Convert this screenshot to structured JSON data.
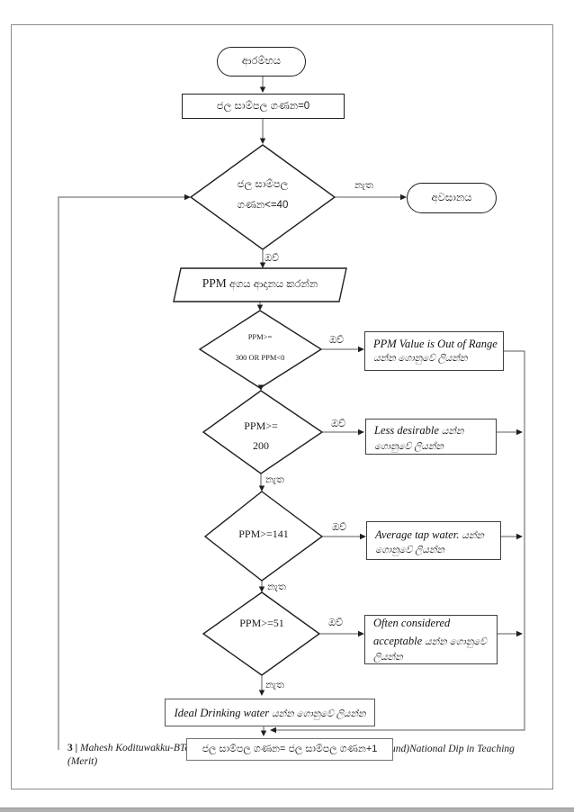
{
  "labels": {
    "yes": "ඔව්",
    "no": "නැත"
  },
  "nodes": {
    "start": "ආරම්භය",
    "init": "ජල සාම්පල ගණන=0",
    "cond_line1": "ජල සාම්පල",
    "cond_line2": "ගණන<=40",
    "end": "අවසානය",
    "input_en": "PPM",
    "input_si": " අගය ආදානය කරන්න",
    "d1_line1": "PPM>=",
    "d1_line2": "300 OR PPM<0",
    "d2_line1": "PPM>=",
    "d2_line2": "200",
    "d3": "PPM>=141",
    "d4": "PPM>=51",
    "out1_en": "PPM Value is Out of Range",
    "out1_si": "යන්න ගොනුවේ ලියන්න",
    "out2_l1_en": "Less desirable",
    "out2_l1_si": " යන්න",
    "out2_l2_si": "ගොනුවේ ලියන්න",
    "out3_l1_en": "Average tap water.",
    "out3_l1_si": " යන්න",
    "out3_l2_si": "ගොනුවේ ලියන්න",
    "out4_l1_en": "Often considered",
    "out4_l2_en": "acceptable",
    "out4_l2_si": " යන්න ගොනුවේ",
    "out4_l3_si": "ලියන්න",
    "ideal_en": "Ideal Drinking water",
    "ideal_si": " යන්න ගොනුවේ ලියන්න",
    "increment": "ජල සාම්පල ගණන= ජල සාම්පල ගණන+1"
  },
  "footer": {
    "page_num": "3 |",
    "left": " Mahesh Kodituwakku-BTe",
    "right": "und)National Dip in Teaching",
    "line2": "(Merit)"
  },
  "colors": {
    "connector": "#5a5a5a",
    "shape_border": "#1f1f1f",
    "page_border": "#8c8c8c",
    "bottom_strip": "#b0b0b0"
  }
}
